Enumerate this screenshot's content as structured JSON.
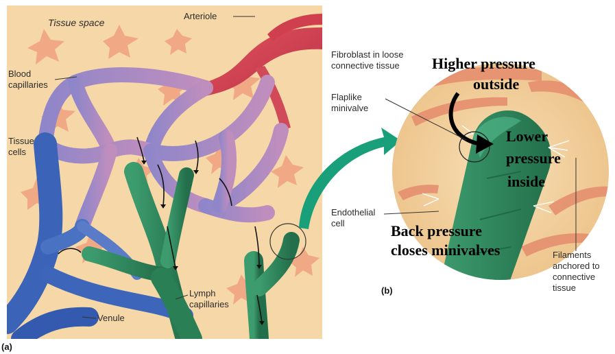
{
  "panel_a": {
    "tag": "(a)",
    "labels": {
      "tissue_space": "Tissue space",
      "arteriole": "Arteriole",
      "blood_capillaries_1": "Blood",
      "blood_capillaries_2": "capillaries",
      "tissue_cells_1": "Tissue",
      "tissue_cells_2": "cells",
      "lymph_capillaries_1": "Lymph",
      "lymph_capillaries_2": "capillaries",
      "venule": "Venule"
    }
  },
  "panel_b": {
    "tag": "(b)",
    "labels": {
      "fibroblast_1": "Fibroblast in loose",
      "fibroblast_2": "connective tissue",
      "flaplike_1": "Flaplike",
      "flaplike_2": "minivalve",
      "endothelial_1": "Endothelial",
      "endothelial_2": "cell",
      "filaments_1": "Filaments",
      "filaments_2": "anchored to",
      "filaments_3": "connective",
      "filaments_4": "tissue"
    },
    "annotations": {
      "higher_1": "Higher pressure",
      "higher_2": "outside",
      "lower_1": "Lower",
      "lower_2": "pressure",
      "lower_3": "inside",
      "back_1": "Back pressure",
      "back_2": "closes minivalves"
    }
  },
  "colors": {
    "tissue_bg": "#f6d8a8",
    "artery_red": "#d9414a",
    "capillary_purple": "#a68ac8",
    "venule_blue": "#3b63b8",
    "lymph_green": "#2e8a5e",
    "fibroblast": "#e8906e"
  }
}
